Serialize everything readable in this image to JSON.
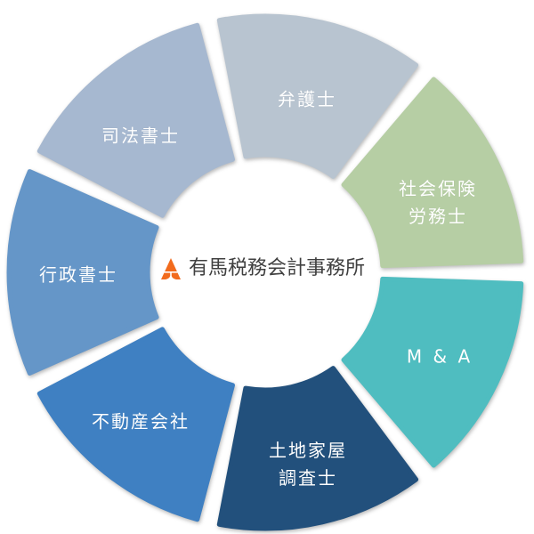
{
  "diagram": {
    "center": {
      "logo_icon": "orange-triangle-logo-icon",
      "logo_color": "#F26B1D",
      "company_name": "有馬税務会計事務所"
    },
    "segments": [
      {
        "label_lines": [
          "行政書士"
        ],
        "color": "#6596C8"
      },
      {
        "label_lines": [
          "司法書士"
        ],
        "color": "#A6B8D0"
      },
      {
        "label_lines": [
          "弁護士"
        ],
        "color": "#B8C4D0"
      },
      {
        "label_lines": [
          "社会保険",
          "労務士"
        ],
        "color": "#B6CEA4"
      },
      {
        "label_lines": [
          "M & A"
        ],
        "color": "#4FBDC0"
      },
      {
        "label_lines": [
          "土地家屋",
          "調査士"
        ],
        "color": "#22507C"
      },
      {
        "label_lines": [
          "不動産会社"
        ],
        "color": "#3F80C2"
      }
    ]
  }
}
